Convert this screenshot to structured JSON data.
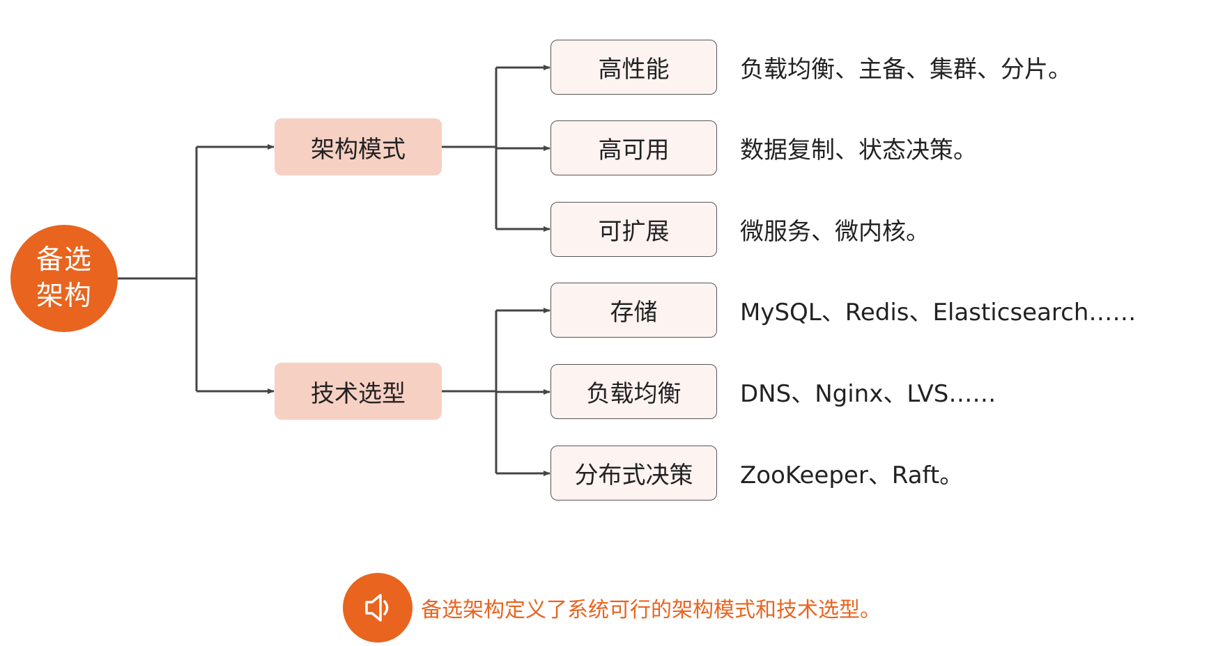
{
  "colors": {
    "accent": "#e8641f",
    "category_fill": "#f7d0c4",
    "leaf_fill": "#fdf3f0",
    "line": "#444444"
  },
  "root": {
    "line1": "备选",
    "line2": "架构"
  },
  "categories": [
    {
      "label": "架构模式",
      "items": [
        {
          "label": "高性能",
          "desc": "负载均衡、主备、集群、分片。"
        },
        {
          "label": "高可用",
          "desc": "数据复制、状态决策。"
        },
        {
          "label": "可扩展",
          "desc": "微服务、微内核。"
        }
      ]
    },
    {
      "label": "技术选型",
      "items": [
        {
          "label": "存储",
          "desc": "MySQL、Redis、Elasticsearch……"
        },
        {
          "label": "负载均衡",
          "desc": "DNS、Nginx、LVS……"
        },
        {
          "label": "分布式决策",
          "desc": "ZooKeeper、Raft。"
        }
      ]
    }
  ],
  "note": {
    "icon": "speaker-icon",
    "text": "备选架构定义了系统可行的架构模式和技术选型。"
  }
}
